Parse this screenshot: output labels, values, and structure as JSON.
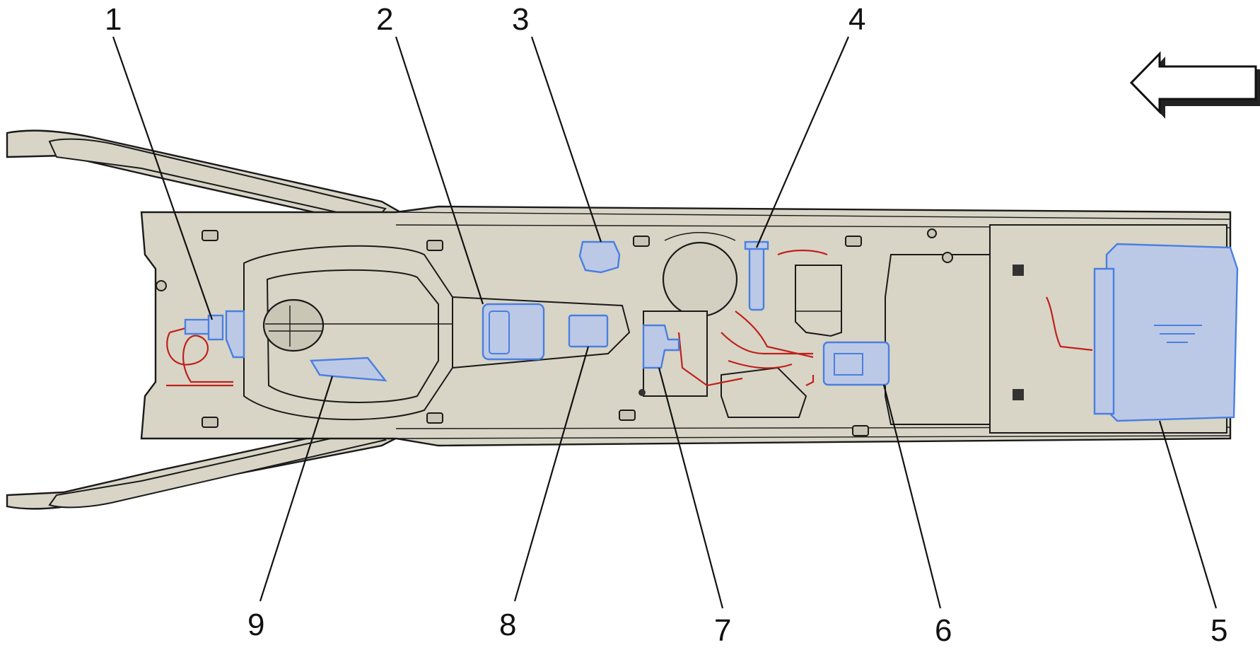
{
  "diagram": {
    "callouts": [
      {
        "id": "1",
        "label": "1"
      },
      {
        "id": "2",
        "label": "2"
      },
      {
        "id": "3",
        "label": "3"
      },
      {
        "id": "4",
        "label": "4"
      },
      {
        "id": "5",
        "label": "5"
      },
      {
        "id": "6",
        "label": "6"
      },
      {
        "id": "7",
        "label": "7"
      },
      {
        "id": "8",
        "label": "8"
      },
      {
        "id": "9",
        "label": "9"
      }
    ],
    "colors": {
      "console": "#d8d5c6",
      "highlight_component": "#4a7fe0",
      "wiring": "#c0201d",
      "outline": "#1a1a1a"
    },
    "icons": {
      "direction": "arrow-left-icon"
    }
  }
}
